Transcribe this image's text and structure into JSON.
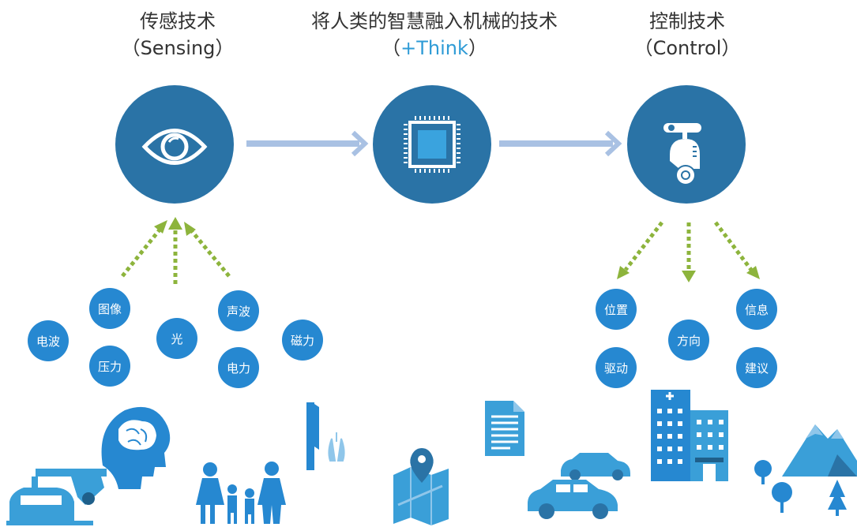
{
  "stages": [
    {
      "title": "传感技术",
      "subtitle": "（Sensing）"
    },
    {
      "title": "将人类的智慧融入机械的技术",
      "subtitle_prefix": "（",
      "subtitle_accent": "+Think",
      "subtitle_suffix": "）"
    },
    {
      "title": "控制技术",
      "subtitle": "（Control）"
    }
  ],
  "sensing_inputs": [
    "电波",
    "图像",
    "压力",
    "光",
    "声波",
    "电力",
    "磁力"
  ],
  "control_outputs": [
    "位置",
    "驱动",
    "方向",
    "信息",
    "建议"
  ],
  "colors": {
    "main_circle": "#2a73a6",
    "small_circle": "#2688d1",
    "arrow": "#a9c1e3",
    "dotted_arrow": "#8db43c",
    "accent_text": "#2e9bd6",
    "illustration": "#3a9fd8"
  },
  "icons": [
    "eye-icon",
    "chip-icon",
    "robot-icon",
    "car-factory-icon",
    "head-brain-icon",
    "family-icon",
    "medical-icon",
    "map-pin-icon",
    "document-icon",
    "cars-icon",
    "hospital-icon",
    "trees-mountains-icon"
  ]
}
